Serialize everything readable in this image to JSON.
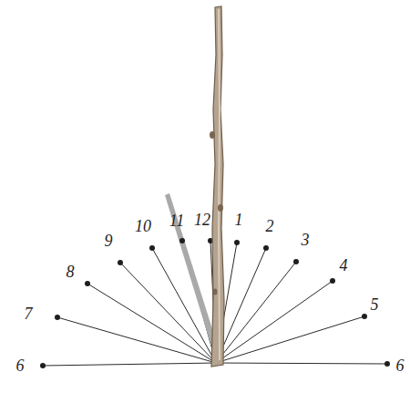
{
  "diagram": {
    "labels": [
      "6",
      "7",
      "8",
      "9",
      "10",
      "11",
      "12",
      "1",
      "2",
      "3",
      "4",
      "5",
      "6"
    ]
  }
}
